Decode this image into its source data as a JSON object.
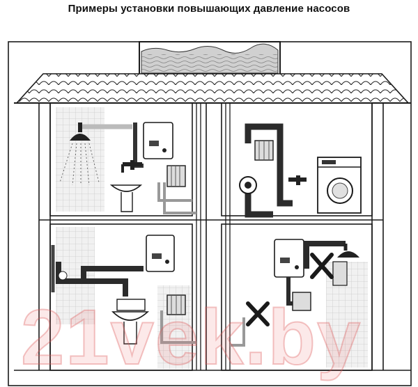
{
  "title": "Примеры установки повышающих давление насосов",
  "watermark": "21vek.by",
  "colors": {
    "line": "#1a1a1a",
    "pipe_dark": "#2b2b2b",
    "pipe_light": "#bdbdbd",
    "tile": "#d8d8d8",
    "watermark": "#e88080"
  },
  "icons": [
    "roof-tiles",
    "water-tank",
    "shower-head-icon",
    "faucet-icon",
    "sink-icon",
    "water-heater-icon",
    "pump-icon",
    "washing-machine-icon",
    "toilet-icon",
    "gauge-icon",
    "cross-mark-icon"
  ]
}
